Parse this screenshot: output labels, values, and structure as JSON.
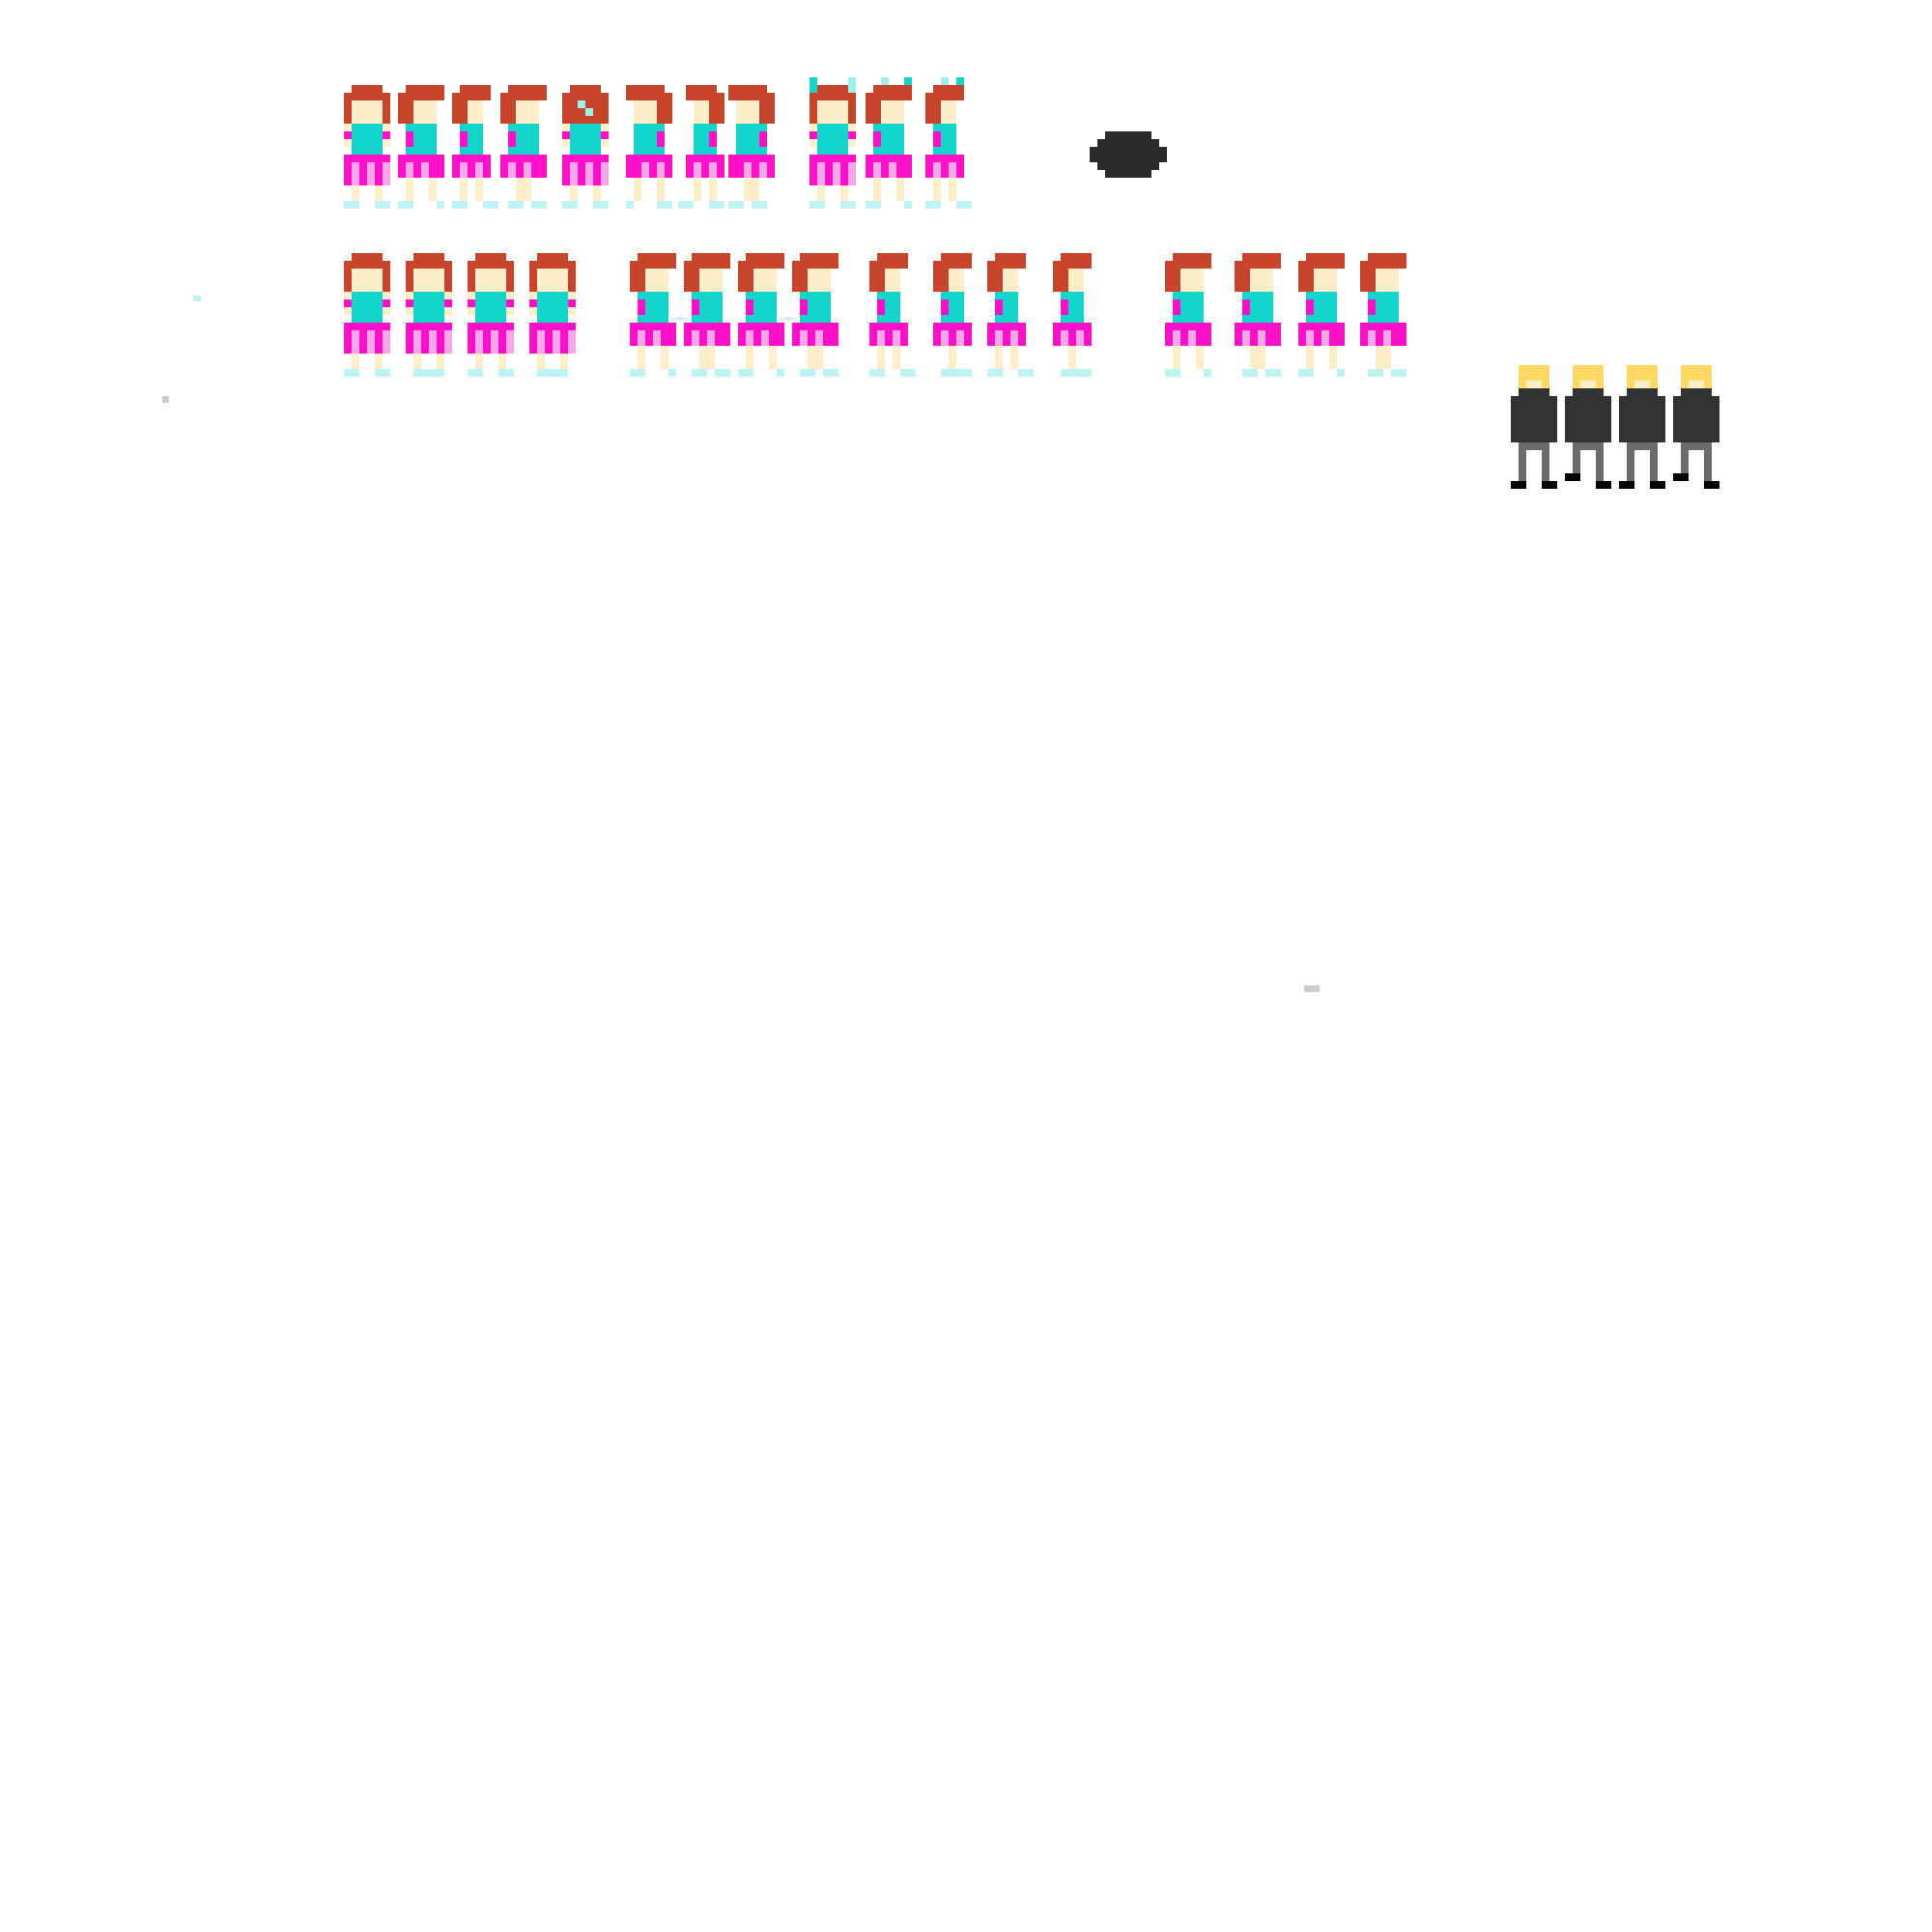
{
  "palette": {
    "hair": "#c8442a",
    "skin": "#fcefc8",
    "dress_top": "#12d6cc",
    "dress_top_light": "#9ff0ea",
    "skirt": "#ff10c8",
    "skirt_light": "#f7a6e6",
    "shoe": "#bdf3f3",
    "boy_hair": "#ffd964",
    "boy_jacket": "#333333",
    "boy_pants": "#6b6b6b",
    "boy_shoe": "#000000",
    "blob": "#2b2b2b",
    "speck_cyan": "#bdf3f3",
    "speck_grey": "#cccccc"
  },
  "sheet": {
    "rows": [
      {
        "name": "girl-row-1",
        "frames": [
          {
            "pose": "front",
            "variant": "a"
          },
          {
            "pose": "side",
            "variant": "a"
          },
          {
            "pose": "side-thin",
            "variant": "a"
          },
          {
            "pose": "side",
            "variant": "b"
          },
          {
            "pose": "back",
            "variant": "a"
          },
          {
            "pose": "side-flip",
            "variant": "a"
          },
          {
            "pose": "side-thin-flip",
            "variant": "a"
          },
          {
            "pose": "side-flip",
            "variant": "b"
          },
          {
            "pose": "front-arms-up",
            "variant": "a"
          },
          {
            "pose": "side-arms-up",
            "variant": "a"
          },
          {
            "pose": "side-thin-arms-up",
            "variant": "a"
          }
        ]
      },
      {
        "name": "girl-row-2",
        "frames": [
          {
            "pose": "front",
            "variant": "a"
          },
          {
            "pose": "front",
            "variant": "b"
          },
          {
            "pose": "front",
            "variant": "a"
          },
          {
            "pose": "front",
            "variant": "b"
          },
          {
            "pose": "side",
            "variant": "a"
          },
          {
            "pose": "side",
            "variant": "b"
          },
          {
            "pose": "side",
            "variant": "a"
          },
          {
            "pose": "side",
            "variant": "b"
          },
          {
            "pose": "side-thin",
            "variant": "a"
          },
          {
            "pose": "side-thin",
            "variant": "b"
          },
          {
            "pose": "side-thin",
            "variant": "a"
          },
          {
            "pose": "side-thin",
            "variant": "b"
          },
          {
            "pose": "side",
            "variant": "a"
          },
          {
            "pose": "side",
            "variant": "b"
          },
          {
            "pose": "side",
            "variant": "a"
          },
          {
            "pose": "side",
            "variant": "b"
          }
        ]
      },
      {
        "name": "boy-row",
        "frames": [
          {
            "pose": "front",
            "variant": "a"
          },
          {
            "pose": "front",
            "variant": "b"
          },
          {
            "pose": "front",
            "variant": "a"
          },
          {
            "pose": "front",
            "variant": "b"
          }
        ]
      }
    ]
  }
}
